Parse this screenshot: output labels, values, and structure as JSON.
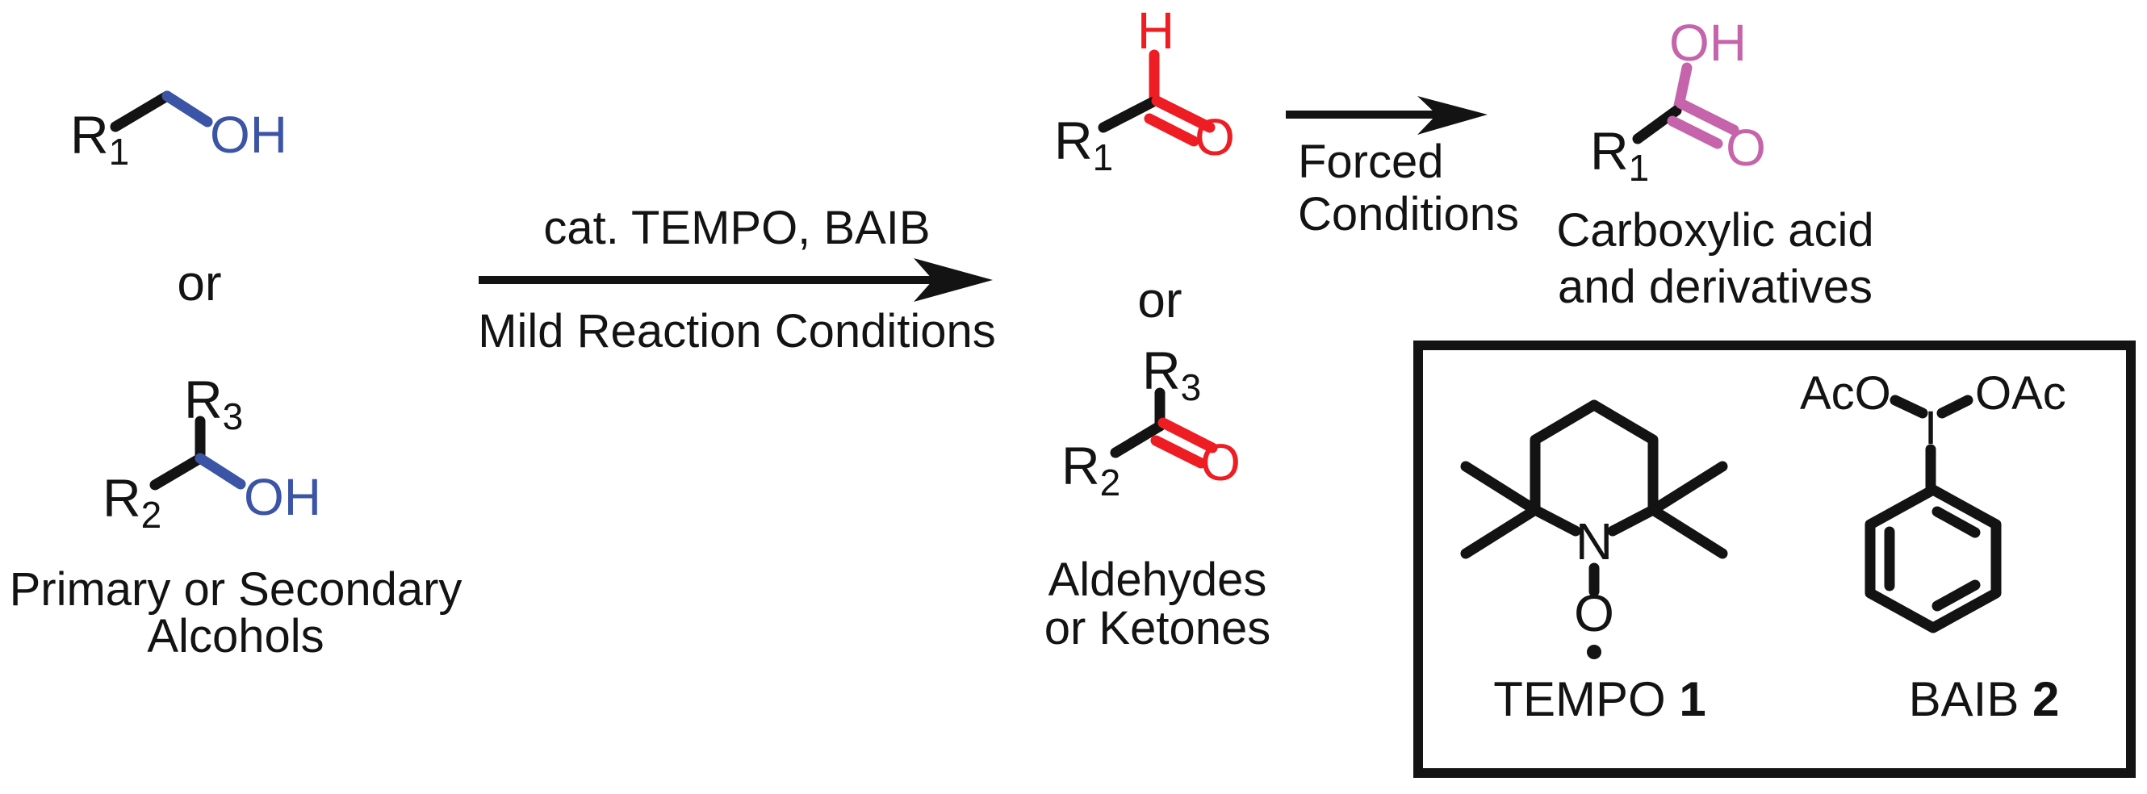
{
  "colors": {
    "bond-black": "#131313",
    "blue": "#3b54a6",
    "red": "#ee1c23",
    "magenta": "#c564ab"
  },
  "reactants": {
    "primary": {
      "r": "R",
      "r_sub": "1",
      "oh": "OH"
    },
    "or": "or",
    "secondary": {
      "r3": "R",
      "r3_sub": "3",
      "r2": "R",
      "r2_sub": "2",
      "oh": "OH"
    },
    "caption1": "Primary or Secondary",
    "caption2": "Alcohols"
  },
  "arrow1": {
    "above": "cat. TEMPO, BAIB",
    "below": "Mild Reaction Conditions"
  },
  "products": {
    "aldehyde": {
      "h": "H",
      "r": "R",
      "r_sub": "1",
      "o": "O"
    },
    "or": "or",
    "ketone": {
      "r3": "R",
      "r3_sub": "3",
      "r2": "R",
      "r2_sub": "2",
      "o": "O"
    },
    "caption1": "Aldehydes",
    "caption2": "or Ketones"
  },
  "arrow2": {
    "line1": "Forced",
    "line2": "Conditions"
  },
  "acid": {
    "oh": "OH",
    "r": "R",
    "r_sub": "1",
    "o": "O",
    "caption1": "Carboxylic acid",
    "caption2": "and derivatives"
  },
  "legend": {
    "tempo": {
      "n": "N",
      "o": "O",
      "label": "TEMPO ",
      "number": "1"
    },
    "baib": {
      "aco": "AcO",
      "oac": "OAc",
      "i": "I",
      "label": "BAIB ",
      "number": "2"
    }
  }
}
